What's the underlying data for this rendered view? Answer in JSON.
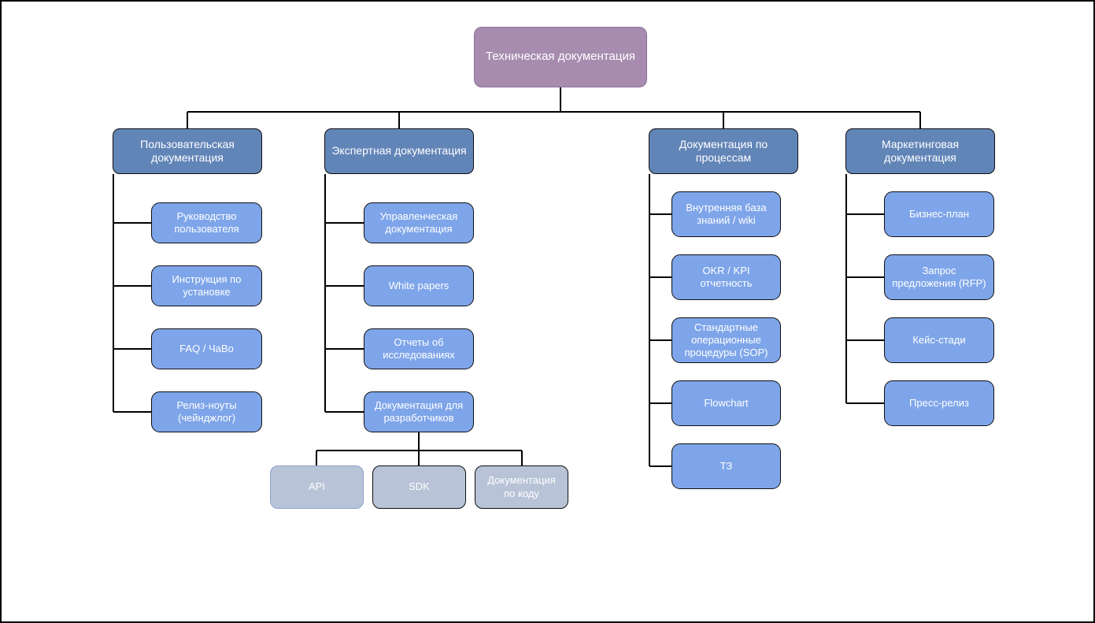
{
  "palette": {
    "root_fill": "#a78caf",
    "root_border": "#8b729c",
    "branch_header_fill": "#6285b8",
    "child_fill": "#7ea5e9",
    "leaf_fill": "#b8c3d7",
    "leaf_api_border": "#8da0cc",
    "box_border": "#0f0f0f",
    "line_color": "#000000",
    "text_color": "#ffffff",
    "canvas_background": "#ffffff"
  },
  "root": {
    "label": "Техническая документация"
  },
  "branches": [
    {
      "label": "Пользовательская документация",
      "children": [
        "Руководство пользователя",
        "Инструкция по установке",
        "FAQ / ЧаВо",
        "Релиз-ноуты (чейнджлог)"
      ]
    },
    {
      "label": "Экспертная документация",
      "children": [
        "Управленческая документация",
        "White papers",
        "Отчеты об исследованиях",
        "Документация для разработчиков"
      ],
      "grandchildren": [
        "API",
        "SDK",
        "Документация по коду"
      ]
    },
    {
      "label": "Документация по процессам",
      "children": [
        "Внутренняя база знаний / wiki",
        "OKR / KPI отчетность",
        "Стандартные операционные процедуры (SOP)",
        "Flowchart",
        "ТЗ"
      ]
    },
    {
      "label": "Маркетинговая документация",
      "children": [
        "Бизнес-план",
        "Запрос предложения (RFP)",
        "Кейс-стади",
        "Пресс-релиз"
      ]
    }
  ]
}
